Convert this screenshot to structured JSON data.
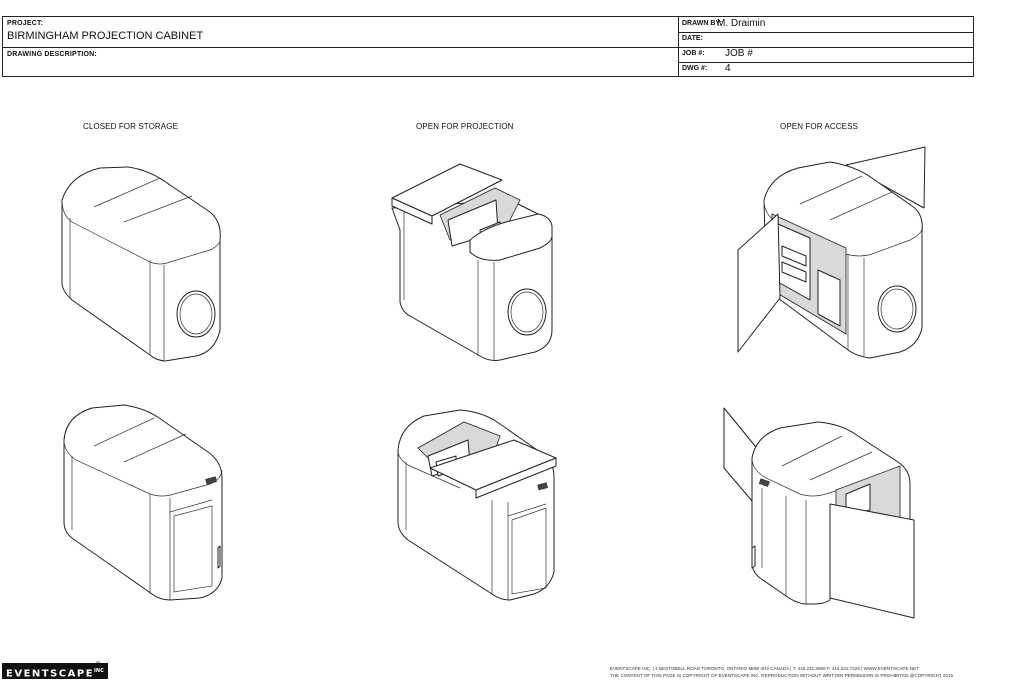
{
  "title_block": {
    "project_label": "PROJECT:",
    "project_name": "BIRMINGHAM PROJECTION CABINET",
    "description_label": "DRAWING DESCRIPTION:",
    "drawn_by_label": "DRAWN BY:",
    "drawn_by": "M. Draimin",
    "date_label": "DATE:",
    "date": "",
    "job_label": "JOB #:",
    "job": "JOB #",
    "dwg_label": "DWG #:",
    "dwg": "4"
  },
  "views": {
    "closed": "CLOSED FOR STORAGE",
    "projection": "OPEN FOR PROJECTION",
    "access": "OPEN FOR ACCESS"
  },
  "footer": {
    "logo": "EVENTSCAPE",
    "logo_suffix": "INC",
    "registered": "®",
    "address_line": "EVENTSCAPE INC.   |  4 BESTOBELL ROAD TORONTO, ONTARIO M8W 4H3 CANADA  |  T. 416.231.8855 F. 416.231.7225  |  WWW.EVENTSCAPE.NET",
    "copyright_line": "THE CONTENT OF THIS PAGE IS COPYRIGHT OF EVENTSCAPE INC. REPRODUCTION WITHOUT WRITTEN PERMISSION IS PROHIBITED.@COPYRIGHT 2015"
  }
}
